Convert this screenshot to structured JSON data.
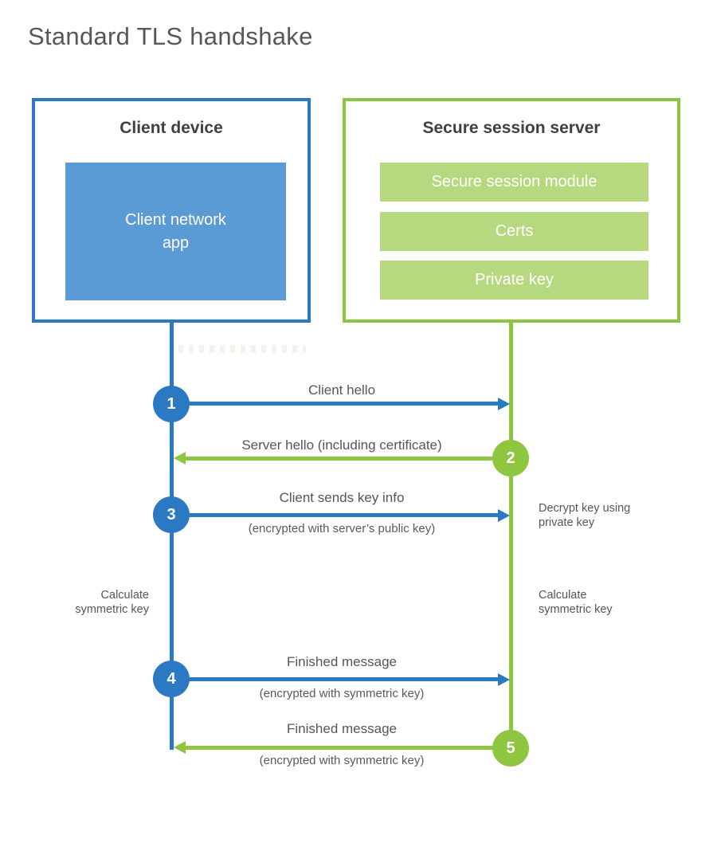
{
  "page_title": "Standard TLS handshake",
  "palette": {
    "client_blue": "#2b79c2",
    "client_blue_light": "#5b9bd5",
    "server_green": "#8ec63f",
    "server_green_light": "#b6d87e",
    "heading_text": "#3f4040",
    "label_text": "#55565a",
    "title_text": "#56575b",
    "background": "#ffffff"
  },
  "client_box": {
    "title": "Client device",
    "app_label": "Client network\napp"
  },
  "server_box": {
    "title": "Secure session server",
    "modules": [
      "Secure session module",
      "Certs",
      "Private key"
    ]
  },
  "steps": [
    {
      "num": "1",
      "label": "Client hello",
      "direction": "client-to-server",
      "color": "#2b79c2"
    },
    {
      "num": "2",
      "label": "Server hello (including certificate)",
      "direction": "server-to-client",
      "color": "#8ec63f"
    },
    {
      "num": "3",
      "label": "Client sends key info",
      "sublabel": "(encrypted with server’s public key)",
      "direction": "client-to-server",
      "color": "#2b79c2"
    },
    {
      "num": "4",
      "label": "Finished message",
      "sublabel": "(encrypted with symmetric key)",
      "direction": "client-to-server",
      "color": "#2b79c2"
    },
    {
      "num": "5",
      "label": "Finished message",
      "sublabel": "(encrypted with symmetric key)",
      "direction": "server-to-client",
      "color": "#8ec63f"
    }
  ],
  "annotations": {
    "decrypt_note": "Decrypt key using\nprivate key",
    "calc_left": "Calculate\nsymmetric key",
    "calc_right": "Calculate\nsymmetric key"
  }
}
